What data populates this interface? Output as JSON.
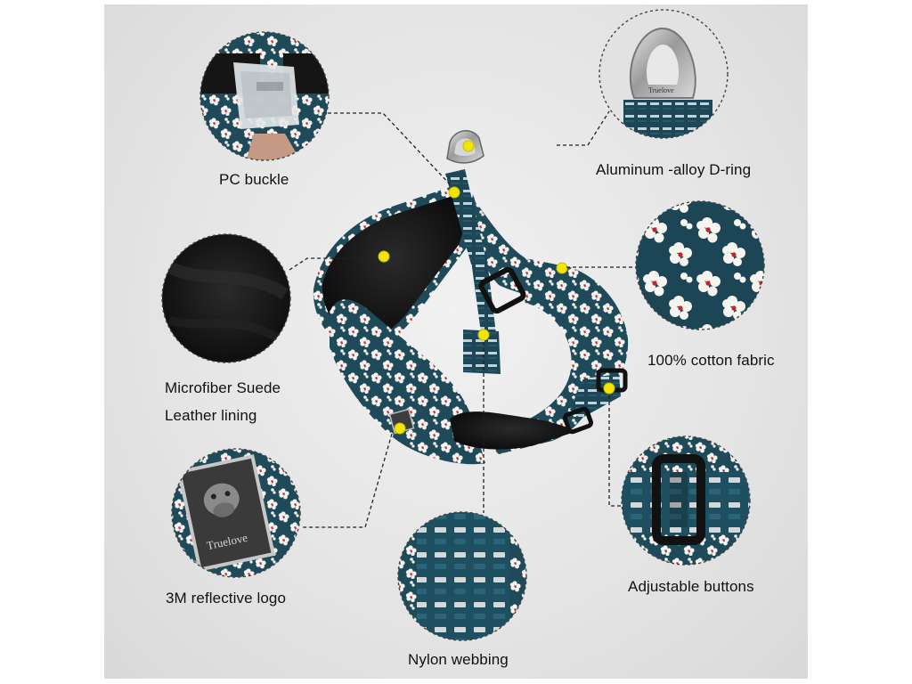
{
  "labels": {
    "pc_buckle": "PC buckle",
    "d_ring": "Aluminum -alloy D-ring",
    "microfiber_line1": "Microfiber Suede",
    "microfiber_line2": "Leather lining",
    "cotton_fabric": "100% cotton fabric",
    "reflective_logo": "3M reflective logo",
    "adjustable_buttons": "Adjustable buttons",
    "nylon_webbing": "Nylon webbing"
  },
  "brand": {
    "logo_text": "Truelove"
  },
  "colors": {
    "fabric_teal": "#1f4a5a",
    "lining_black": "#141414",
    "marker_yellow": "#f2e600",
    "flower_white": "#f4f2ee",
    "flower_red": "#c8232c"
  }
}
